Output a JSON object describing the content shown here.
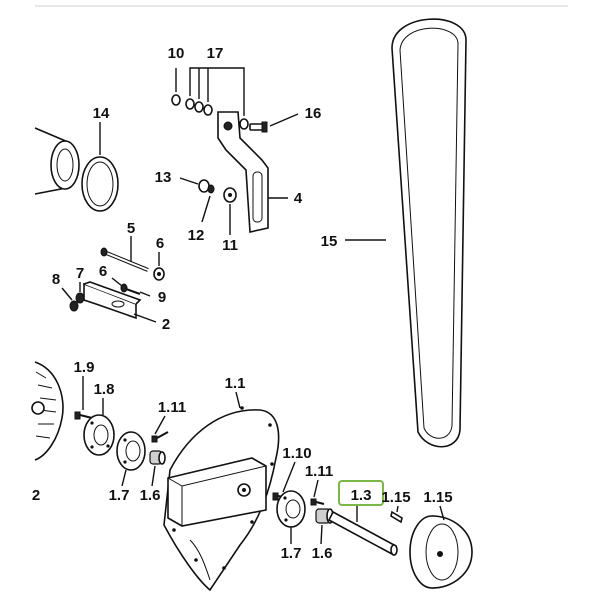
{
  "colors": {
    "highlight": "#7ab648",
    "ink": "#111111",
    "background": "#ffffff"
  },
  "labels": {
    "l10": "10",
    "l17": "17",
    "l14": "14",
    "l16": "16",
    "l13": "13",
    "l4": "4",
    "l12": "12",
    "l11": "11",
    "l15": "15",
    "l5": "5",
    "l6a": "6",
    "l7": "7",
    "l8": "8",
    "l6b": "6",
    "l9": "9",
    "l2": "2",
    "l1_9": "1.9",
    "l1_8": "1.8",
    "l1_1": "1.1",
    "l1_11a": "1.11",
    "l1_7a": "1.7",
    "l1_6a": "1.6",
    "l1_10": "1.10",
    "l1_11b": "1.11",
    "l1_3": "1.3",
    "l1_15a": "1.15",
    "l1_15b": "1.15",
    "l1_7b": "1.7",
    "l1_6b": "1.6",
    "ledge2": "2"
  }
}
